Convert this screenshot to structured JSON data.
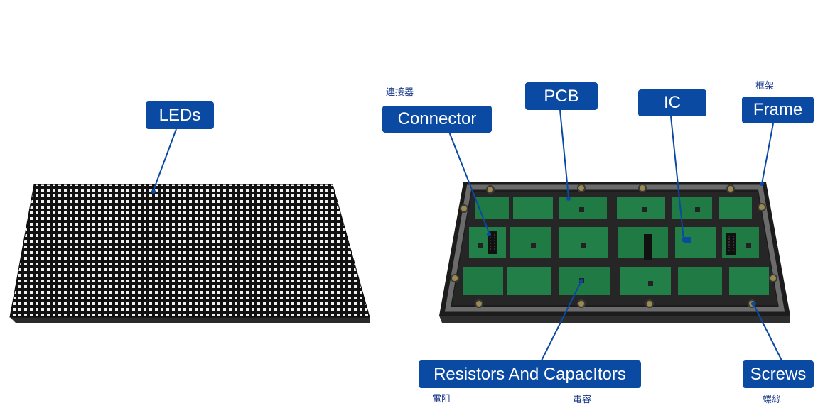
{
  "colors": {
    "label_bg": "#0b4aa2",
    "label_text": "#ffffff",
    "leader_line": "#0b4aa2",
    "pcb_green": "#1f7a44",
    "panel_black": "#141414",
    "led_white": "#f2f2f2",
    "frame_grey": "#5a5a5a"
  },
  "labels": {
    "leds": "LEDs",
    "connector": "Connector",
    "connector_cn": "連接器",
    "pcb": "PCB",
    "ic": "IC",
    "frame": "Frame",
    "frame_cn": "框架",
    "resistors_capacitors": "Resistors And CapacItors",
    "resistor_cn": "電阻",
    "capacitor_cn": "電容",
    "screws": "Screws",
    "screws_cn": "螺絲"
  }
}
